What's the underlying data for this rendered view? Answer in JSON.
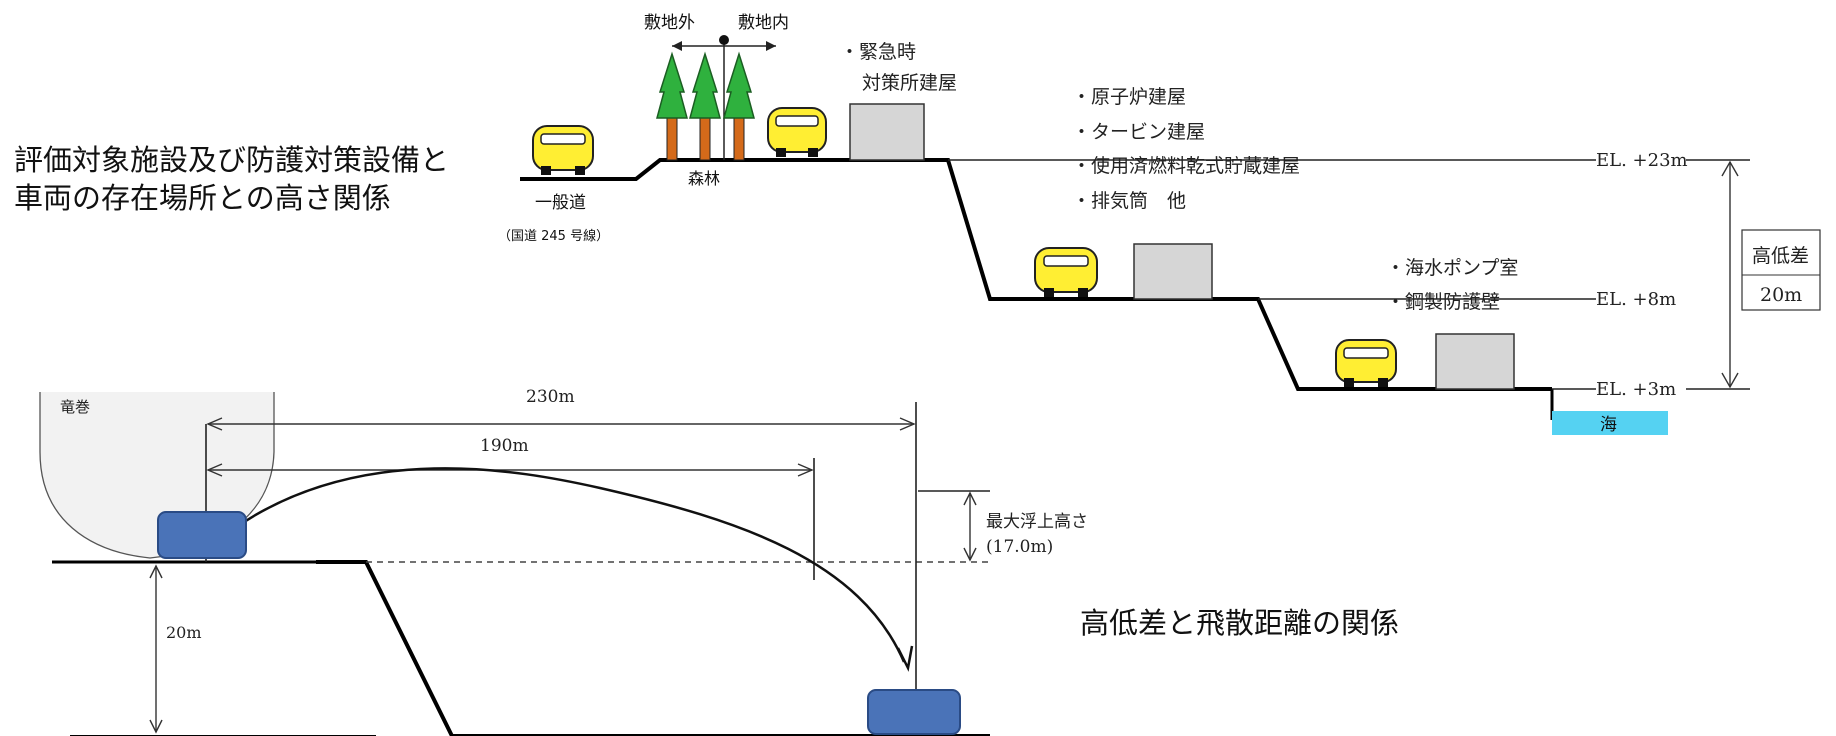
{
  "section1": {
    "title_line1": "評価対象施設及び防護対策設備と",
    "title_line2": "車両の存在場所との高さ関係",
    "boundary": {
      "outside": "敷地外",
      "inside": "敷地内"
    },
    "forest_label": "森林",
    "road_label": "一般道",
    "road_sublabel": "（国道 245 号線）",
    "emergency_building_line1": "・緊急時",
    "emergency_building_line2": "対策所建屋",
    "upper_facilities": [
      "・原子炉建屋",
      "・タービン建屋",
      "・使用済燃料乾式貯蔵建屋",
      "・排気筒　他"
    ],
    "lower_facilities": [
      "・海水ポンプ室",
      "・鋼製防護壁"
    ],
    "elevations": {
      "high": "EL. +23m",
      "mid": "EL. +8m",
      "low": "EL. +3m"
    },
    "height_diff_label": "高低差",
    "height_diff_value": "20m",
    "sea_label": "海"
  },
  "section2": {
    "title": "高低差と飛散距離の関係",
    "tornado_label": "竜巻",
    "dist_230": "230m",
    "dist_190": "190m",
    "max_height_line1": "最大浮上高さ",
    "max_height_line2": "(17.0m)",
    "drop_height": "20m"
  },
  "colors": {
    "car_yellow": "#ffee33",
    "tree_green": "#2fb13e",
    "trunk_orange": "#d46a1a",
    "building_gray": "#d6d6d6",
    "sea_blue": "#55d2f2",
    "vehicle_blue": "#4a73b8"
  }
}
